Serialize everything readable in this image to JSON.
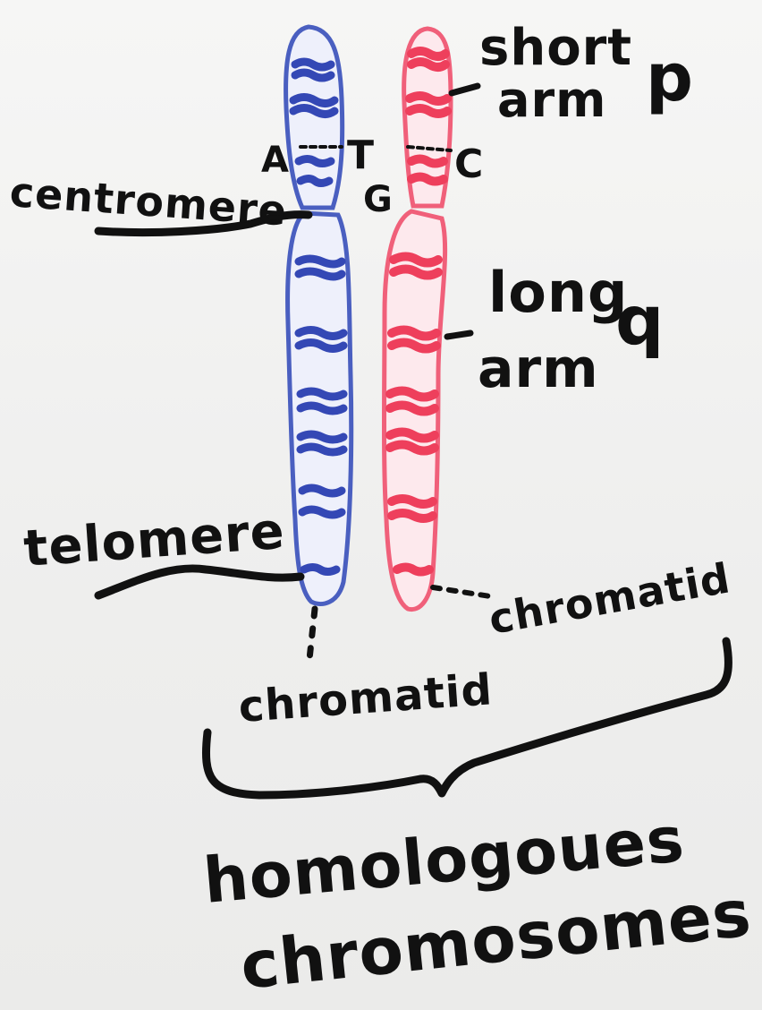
{
  "labels": {
    "short_arm": "short",
    "short_arm_2": "arm",
    "p": "p",
    "long_arm": "long",
    "long_arm_2": "arm",
    "q": "q",
    "centromere": "centromere",
    "telomere": "telomere",
    "chromatid_left": "chromatid",
    "chromatid_right": "chromatid",
    "base_a": "A",
    "base_t": "T",
    "base_g": "G",
    "base_c": "C",
    "title_line1": "homologoues",
    "title_line2": "chromosomes"
  },
  "colors": {
    "ink": "#111111",
    "blue_chromatid": "#4a5fc0",
    "blue_band": "#3448b5",
    "red_chromatid": "#f0607a",
    "red_band": "#ee3f5c",
    "board": "#f1f1f0"
  }
}
